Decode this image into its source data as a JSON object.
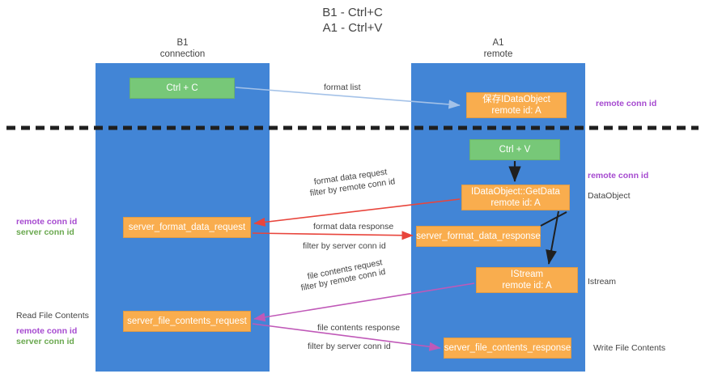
{
  "title": {
    "line1": "B1 - Ctrl+C",
    "line2": "A1 - Ctrl+V"
  },
  "lanes": [
    {
      "id": "b1",
      "name": "B1",
      "role": "connection",
      "color": "#4285d6"
    },
    {
      "id": "a1",
      "name": "A1",
      "role": "remote",
      "color": "#4285d6"
    }
  ],
  "nodes": {
    "ctrl_c": {
      "label": "Ctrl + C",
      "color": "#77c878"
    },
    "idataobject": {
      "line1": "保存IDataObject",
      "line2": "remote id: A",
      "color": "#f9ad4e"
    },
    "ctrl_v": {
      "label": "Ctrl + V",
      "color": "#77c878"
    },
    "getdata": {
      "line1": "IDataObject::GetData",
      "line2": "remote id: A",
      "color": "#f9ad4e"
    },
    "server_format_data_request": {
      "label": "server_format_data_request",
      "color": "#f9ad4e"
    },
    "server_format_data_response": {
      "label": "server_format_data_response",
      "color": "#f9ad4e"
    },
    "istream": {
      "line1": "IStream",
      "line2": "remote id: A",
      "color": "#f9ad4e"
    },
    "server_file_contents_request": {
      "label": "server_file_contents_request",
      "color": "#f9ad4e"
    },
    "server_file_contents_response": {
      "label": "server_file_contents_response",
      "color": "#f9ad4e"
    }
  },
  "edge_labels": {
    "format_list": "format list",
    "format_data_request": "format data request",
    "format_data_request_filter_prefix": "filter by ",
    "format_data_request_filter_key": "remote conn id",
    "format_data_response": "format data response",
    "format_data_response_filter_prefix": "filter by ",
    "format_data_response_filter_key": "server conn id",
    "file_contents_request": "file contents request",
    "file_contents_request_filter_prefix": "filter by ",
    "file_contents_request_filter_key": "remote conn id",
    "file_contents_response": "file contents response",
    "file_contents_response_filter_prefix": "filter by ",
    "file_contents_response_filter_key": "server conn id"
  },
  "annotations": {
    "remote_conn_id_top": "remote conn id",
    "remote_conn_id_mid": "remote conn id",
    "dataobject_side": "DataObject",
    "istream_side": "Istream",
    "left_remote_conn_id": "remote conn id",
    "left_server_conn_id": "server conn id",
    "read_file_contents": "Read File Contents",
    "left_remote_conn_id_2": "remote conn id",
    "left_server_conn_id_2": "server conn id",
    "write_file_contents": "Write File Contents"
  },
  "colors": {
    "lane": "#4285d6",
    "green_node": "#77c878",
    "orange_node": "#f9ad4e",
    "purple_label": "#a64ad0",
    "green_label": "#6aa84f",
    "red_arrow": "#e8453c",
    "magenta_arrow": "#c059b8",
    "light_blue_arrow": "#a4c2e8",
    "divider": "#1f1f1f",
    "text": "#434343"
  }
}
